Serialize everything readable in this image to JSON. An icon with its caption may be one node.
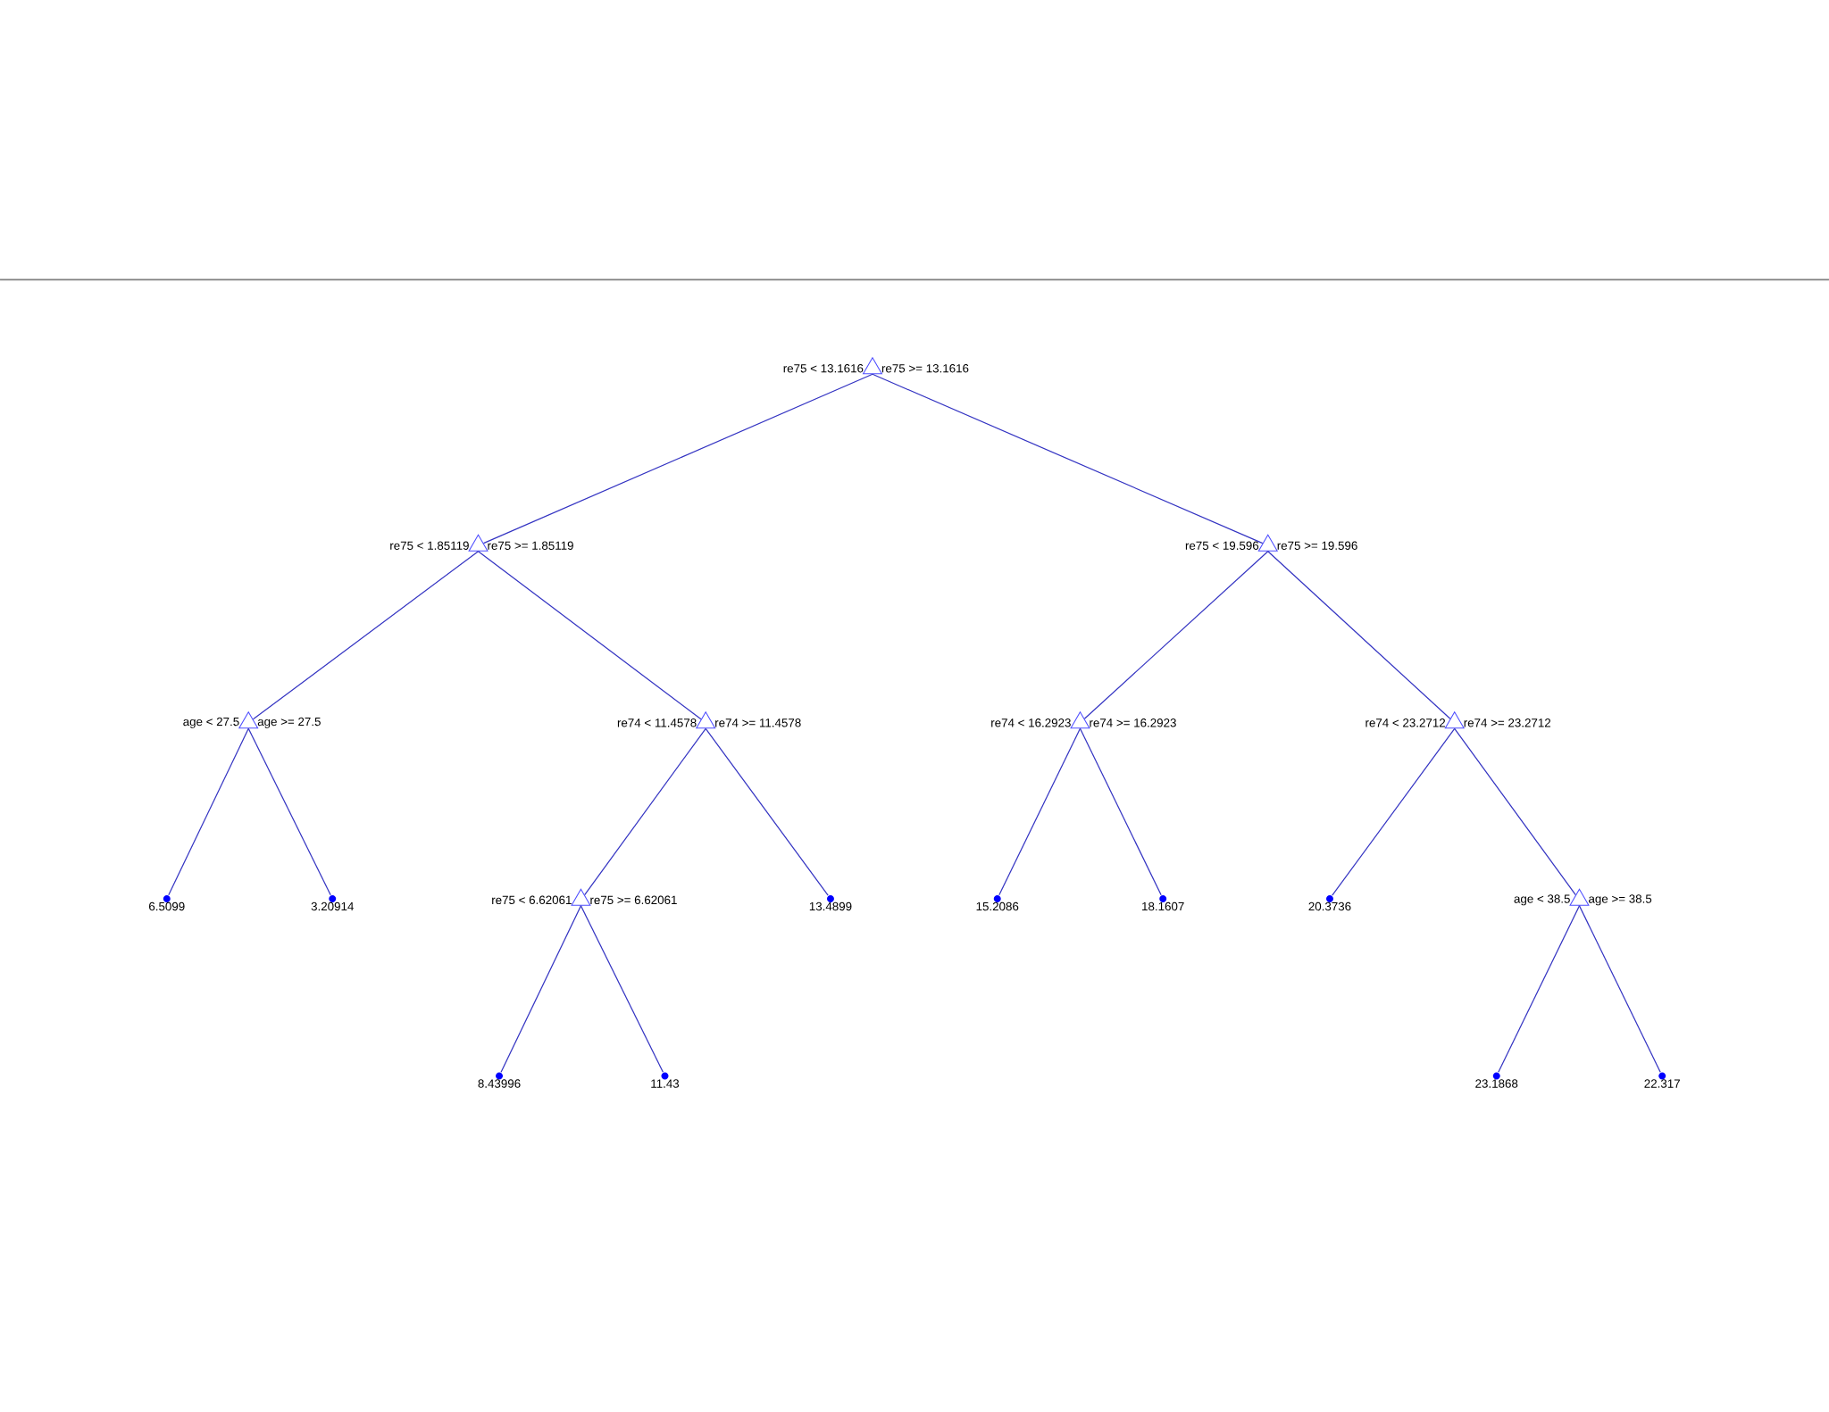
{
  "diagram": {
    "nodes": [
      {
        "text": [
          "re75 < 13.1616",
          "re75 >= 13.1616"
        ]
      },
      {
        "text": [
          "re75 < 1.85119",
          "re75 >= 1.85119"
        ]
      },
      {
        "text": [
          "re75 < 19.596",
          "re75 >= 19.596"
        ]
      },
      {
        "text": [
          "age < 27.5",
          "age >= 27.5"
        ]
      },
      {
        "text": [
          "re74 < 11.4578",
          "re74 >= 11.4578"
        ]
      },
      {
        "text": [
          "re74 < 16.2923",
          "re74 >= 16.2923"
        ]
      },
      {
        "text": [
          "re74 < 23.2712",
          "re74 >= 23.2712"
        ]
      },
      {
        "text": [
          "6.5099"
        ]
      },
      {
        "text": [
          "3.20914"
        ]
      },
      {
        "text": [
          "re75 < 6.62061",
          "re75 >= 6.62061"
        ]
      },
      {
        "text": [
          "13.4899"
        ]
      },
      {
        "text": [
          "15.2086"
        ]
      },
      {
        "text": [
          "18.1607"
        ]
      },
      {
        "text": [
          "20.3736"
        ]
      },
      {
        "text": [
          "age < 38.5",
          "age >= 38.5"
        ]
      },
      {
        "text": [
          "8.43996"
        ]
      },
      {
        "text": [
          "11.43"
        ]
      },
      {
        "text": [
          "23.1868"
        ]
      },
      {
        "text": [
          "22.317"
        ]
      }
    ],
    "edges": [
      {
        "from": 0,
        "to": 1,
        "arrow": "none"
      },
      {
        "from": 0,
        "to": 2,
        "arrow": "none"
      },
      {
        "from": 1,
        "to": 3,
        "arrow": "none"
      },
      {
        "from": 1,
        "to": 4,
        "arrow": "none"
      },
      {
        "from": 2,
        "to": 5,
        "arrow": "none"
      },
      {
        "from": 2,
        "to": 6,
        "arrow": "none"
      },
      {
        "from": 3,
        "to": 7,
        "arrow": "none"
      },
      {
        "from": 3,
        "to": 8,
        "arrow": "none"
      },
      {
        "from": 4,
        "to": 9,
        "arrow": "none"
      },
      {
        "from": 4,
        "to": 10,
        "arrow": "none"
      },
      {
        "from": 5,
        "to": 11,
        "arrow": "none"
      },
      {
        "from": 5,
        "to": 12,
        "arrow": "none"
      },
      {
        "from": 6,
        "to": 13,
        "arrow": "none"
      },
      {
        "from": 6,
        "to": 14,
        "arrow": "none"
      },
      {
        "from": 9,
        "to": 15,
        "arrow": "none"
      },
      {
        "from": 9,
        "to": 16,
        "arrow": "none"
      },
      {
        "from": 14,
        "to": 17,
        "arrow": "none"
      },
      {
        "from": 14,
        "to": 18,
        "arrow": "none"
      }
    ]
  }
}
